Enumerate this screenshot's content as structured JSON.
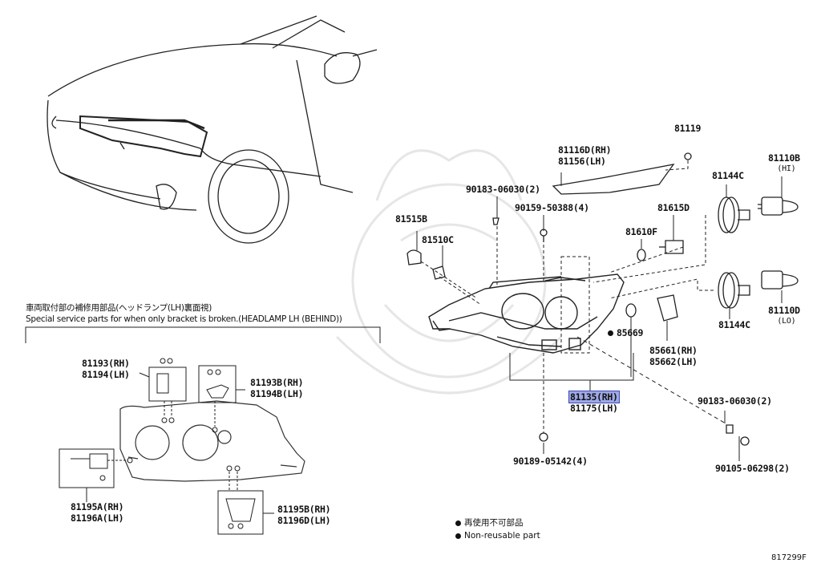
{
  "section_note": {
    "jp": "車両取付部の補修用部品(ヘッドランプ(LH)裏面視)",
    "en": "Special service parts for when only bracket is broken.(HEADLAMP LH (BEHIND))"
  },
  "parts": {
    "p81119": "81119",
    "p81116d": "81116D(RH)",
    "p81156": "81156(LH)",
    "p81110b": "81110B",
    "p81110b_sub": "(HI)",
    "p81144c_top": "81144C",
    "p90183_top": "90183-06030(2)",
    "p90159": "90159-50388(4)",
    "p81515b": "81515B",
    "p81510c": "81510C",
    "p81615d": "81615D",
    "p81610f": "81610F",
    "p81110d": "81110D",
    "p81110d_sub": "(LO)",
    "p81144c_bot": "81144C",
    "p85669": "85669",
    "p85661": "85661(RH)",
    "p85662": "85662(LH)",
    "p81135": "81135(RH)",
    "p81175": "81175(LH)",
    "p90183_bot": "90183-06030(2)",
    "p90189": "90189-05142(4)",
    "p90105": "90105-06298(2)",
    "p81193": "81193(RH)",
    "p81194": "81194(LH)",
    "p81193b": "81193B(RH)",
    "p81194b": "81194B(LH)",
    "p81195a": "81195A(RH)",
    "p81196a": "81196A(LH)",
    "p81195b": "81195B(RH)",
    "p81196d": "81196D(LH)"
  },
  "legend": {
    "jp": "再使用不可部品",
    "en": "Non-reusable part"
  },
  "diagram_id": "817299F",
  "colors": {
    "line": "#1a1a1a",
    "highlight": "#9fa8e6",
    "watermark": "#e3e3e3"
  }
}
